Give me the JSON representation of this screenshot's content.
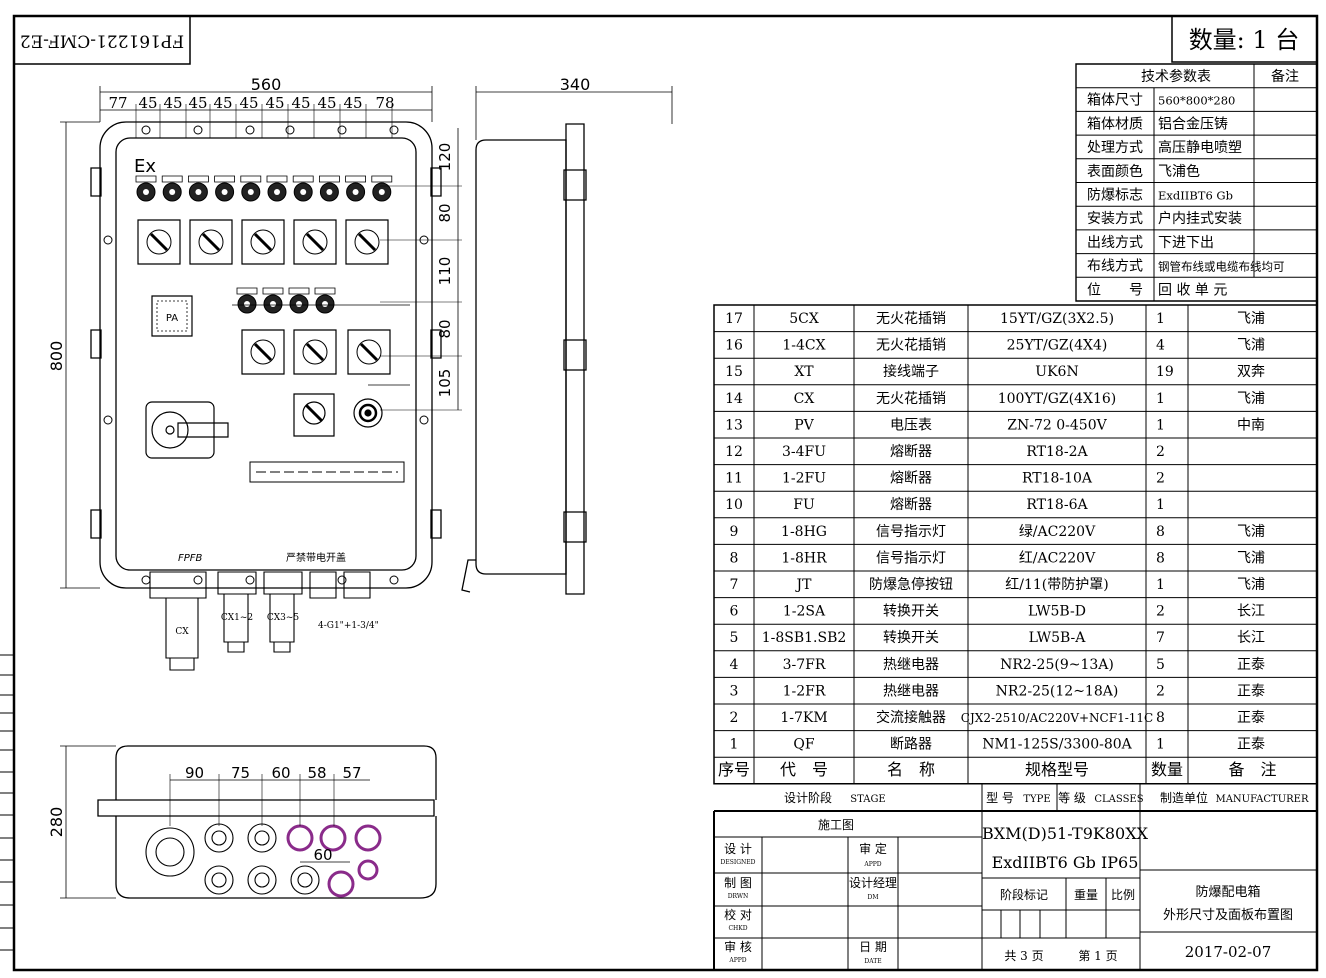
{
  "drawing_no": "FP161221-CMF-E2",
  "quantity": "数量: 1 台",
  "front_view": {
    "width_dim": "560",
    "top_dims": [
      "77",
      "45",
      "45",
      "45",
      "45",
      "45",
      "45",
      "45",
      "45",
      "45",
      "78"
    ],
    "right_dims": [
      "120",
      "80",
      "110",
      "80",
      "105"
    ],
    "height_dim": "800",
    "brand": "FPFB",
    "warning": "严禁带电开盖",
    "gland_labels": [
      "CX",
      "CX1~2",
      "CX3~5"
    ],
    "thread_note": "4-G1\"+1-3/4\"",
    "ex_mark": "Ex",
    "meter_label": "PA"
  },
  "side_view": {
    "depth_dim": "340"
  },
  "bottom_view": {
    "dims": [
      "90",
      "75",
      "60",
      "58",
      "57"
    ],
    "dim_60": "60",
    "height_dim": "280"
  },
  "tech_params": {
    "title": "技术参数表",
    "remark_header": "备注",
    "rows": [
      {
        "label": "箱体尺寸",
        "value": "560*800*280"
      },
      {
        "label": "箱体材质",
        "value": "铝合金压铸"
      },
      {
        "label": "处理方式",
        "value": "高压静电喷塑"
      },
      {
        "label": "表面颜色",
        "value": "飞浦色"
      },
      {
        "label": "防爆标志",
        "value": "ExdIIBT6 Gb"
      },
      {
        "label": "安装方式",
        "value": "户内挂式安装"
      },
      {
        "label": "出线方式",
        "value": "下进下出"
      },
      {
        "label": "布线方式",
        "value": "钢管布线或电缆布线均可"
      },
      {
        "label": "位　　号",
        "value": "回 收 单 元"
      }
    ]
  },
  "bom": {
    "rows": [
      {
        "no": "17",
        "code": "5CX",
        "name": "无火花插销",
        "spec": "15YT/GZ(3X2.5)",
        "qty": "1",
        "remark": "飞浦"
      },
      {
        "no": "16",
        "code": "1-4CX",
        "name": "无火花插销",
        "spec": "25YT/GZ(4X4)",
        "qty": "4",
        "remark": "飞浦"
      },
      {
        "no": "15",
        "code": "XT",
        "name": "接线端子",
        "spec": "UK6N",
        "qty": "19",
        "remark": "双奔"
      },
      {
        "no": "14",
        "code": "CX",
        "name": "无火花插销",
        "spec": "100YT/GZ(4X16)",
        "qty": "1",
        "remark": "飞浦"
      },
      {
        "no": "13",
        "code": "PV",
        "name": "电压表",
        "spec": "ZN-72 0-450V",
        "qty": "1",
        "remark": "中南"
      },
      {
        "no": "12",
        "code": "3-4FU",
        "name": "熔断器",
        "spec": "RT18-2A",
        "qty": "2",
        "remark": ""
      },
      {
        "no": "11",
        "code": "1-2FU",
        "name": "熔断器",
        "spec": "RT18-10A",
        "qty": "2",
        "remark": ""
      },
      {
        "no": "10",
        "code": "FU",
        "name": "熔断器",
        "spec": "RT18-6A",
        "qty": "1",
        "remark": ""
      },
      {
        "no": "9",
        "code": "1-8HG",
        "name": "信号指示灯",
        "spec": "绿/AC220V",
        "qty": "8",
        "remark": "飞浦"
      },
      {
        "no": "8",
        "code": "1-8HR",
        "name": "信号指示灯",
        "spec": "红/AC220V",
        "qty": "8",
        "remark": "飞浦"
      },
      {
        "no": "7",
        "code": "JT",
        "name": "防爆急停按钮",
        "spec": "红/11(带防护罩)",
        "qty": "1",
        "remark": "飞浦"
      },
      {
        "no": "6",
        "code": "1-2SA",
        "name": "转换开关",
        "spec": "LW5B-D",
        "qty": "2",
        "remark": "长江"
      },
      {
        "no": "5",
        "code": "1-8SB1.SB2",
        "name": "转换开关",
        "spec": "LW5B-A",
        "qty": "7",
        "remark": "长江"
      },
      {
        "no": "4",
        "code": "3-7FR",
        "name": "热继电器",
        "spec": "NR2-25(9~13A)",
        "qty": "5",
        "remark": "正泰"
      },
      {
        "no": "3",
        "code": "1-2FR",
        "name": "热继电器",
        "spec": "NR2-25(12~18A)",
        "qty": "2",
        "remark": "正泰"
      },
      {
        "no": "2",
        "code": "1-7KM",
        "name": "交流接触器",
        "spec": "CJX2-2510/AC220V+NCF1-11C",
        "qty": "8",
        "remark": "正泰"
      },
      {
        "no": "1",
        "code": "QF",
        "name": "断路器",
        "spec": "NM1-125S/3300-80A",
        "qty": "1",
        "remark": "正泰"
      }
    ],
    "header": {
      "no": "序号",
      "code": "代　号",
      "name": "名　称",
      "spec": "规格型号",
      "qty": "数量",
      "remark": "备　注"
    }
  },
  "title_block": {
    "stage": "设计阶段",
    "stage_en": "STAGE",
    "type": "型 号",
    "type_en": "TYPE",
    "grade": "等 级",
    "grade_en": "CLASSES",
    "maker": "制造单位",
    "maker_en": "MANUFACTURER",
    "construction": "施工图",
    "model": "BXM(D)51-T9K80XX",
    "ex_rating": "ExdIIBT6 Gb IP65",
    "designed": "设 计",
    "designed_en": "DESIGNED",
    "approved": "审 定",
    "approved_en": "APPD",
    "drawn": "制 图",
    "drawn_en": "DRWN",
    "manager": "设计经理",
    "manager_en": "DM",
    "checked": "校 对",
    "checked_en": "CHKD",
    "reviewed": "审 核",
    "reviewed_en": "APPD",
    "date_label": "日 期",
    "date_en": "DATE",
    "stage_mark": "阶段标记",
    "weight": "重量",
    "scale": "比例",
    "product_name": "防爆配电箱",
    "drawing_title": "外形尺寸及面板布置图",
    "total_pages": "共 3 页",
    "page": "第 1 页",
    "date": "2017-02-07"
  }
}
